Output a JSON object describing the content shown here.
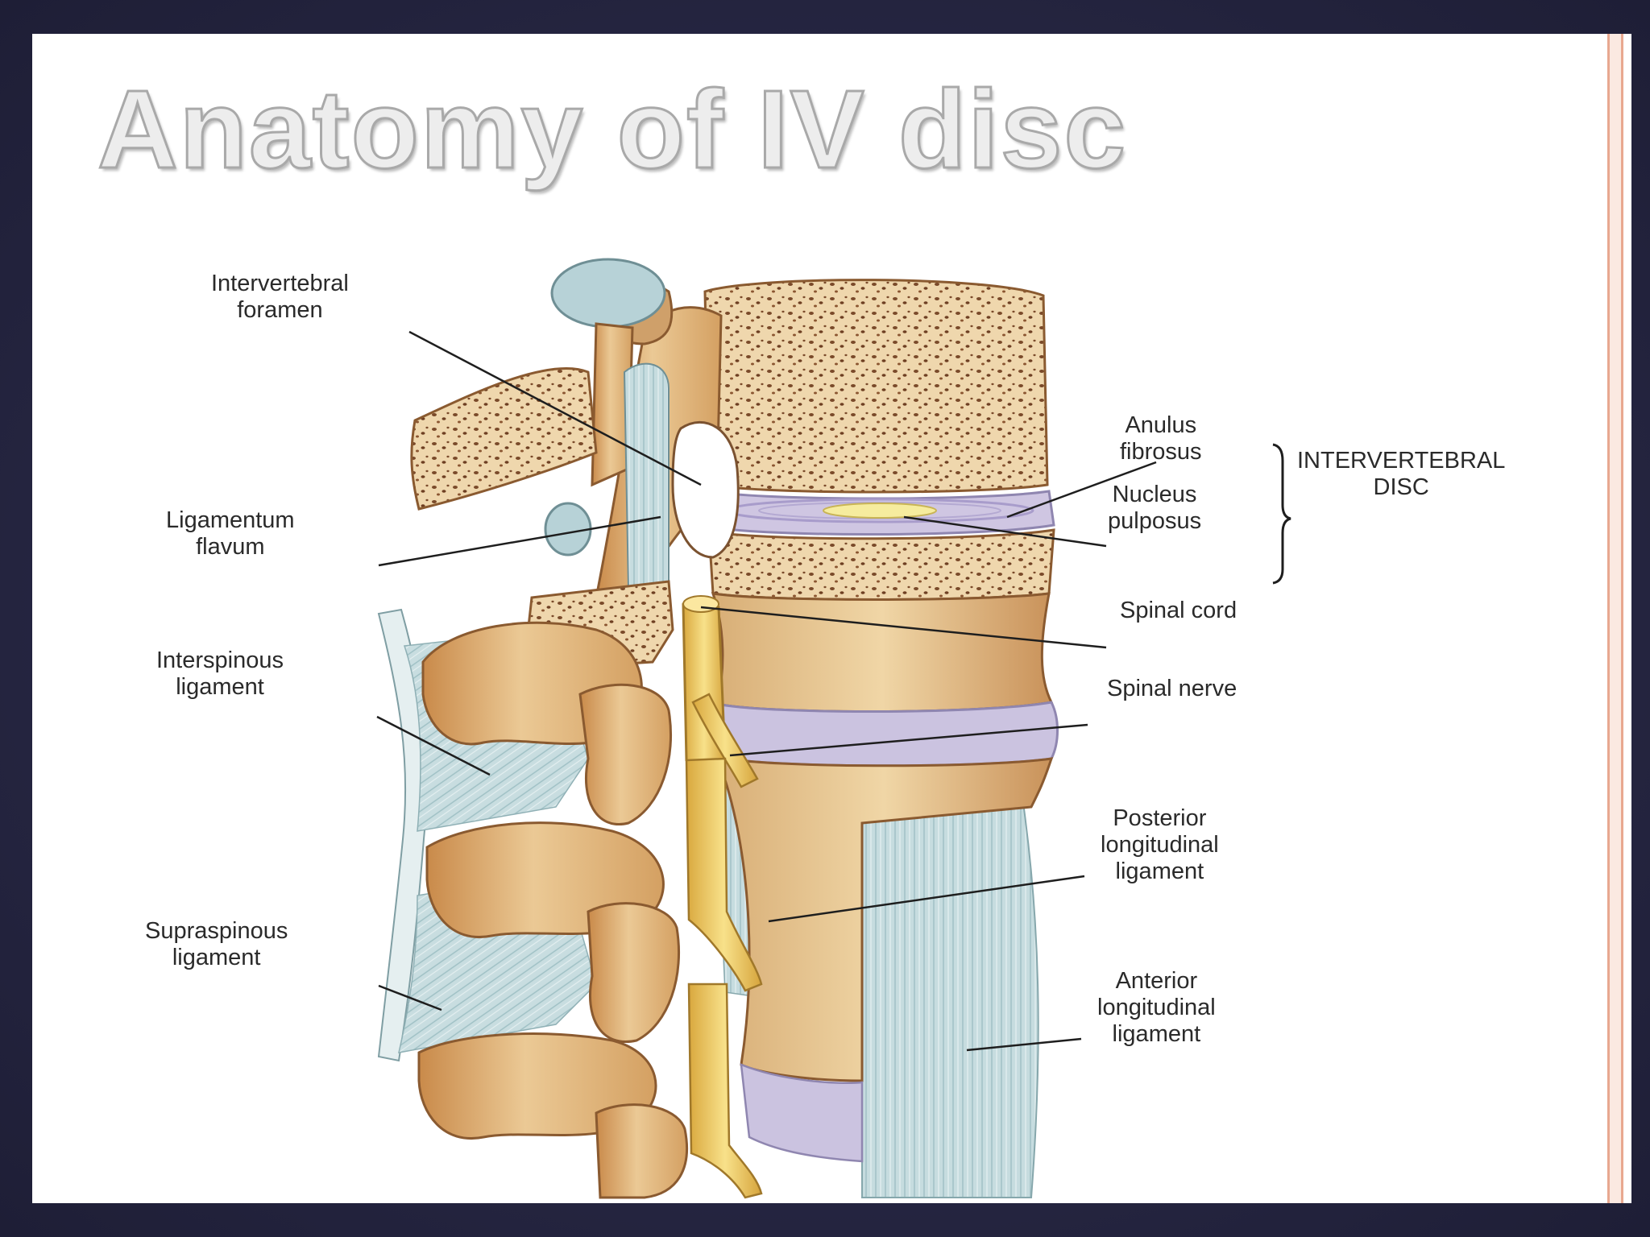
{
  "title": "Anatomy of IV disc",
  "labels": {
    "intervertebral_foramen": [
      "Intervertebral",
      "foramen"
    ],
    "ligamentum_flavum": [
      "Ligamentum",
      "flavum"
    ],
    "interspinous_ligament": [
      "Interspinous",
      "ligament"
    ],
    "supraspinous_ligament": [
      "Supraspinous",
      "ligament"
    ],
    "anulus_fibrosus": [
      "Anulus",
      "fibrosus"
    ],
    "nucleus_pulposus": [
      "Nucleus",
      "pulposus"
    ],
    "intervertebral_disc": [
      "INTERVERTEBRAL",
      "DISC"
    ],
    "spinal_cord": "Spinal cord",
    "spinal_nerve": "Spinal nerve",
    "posterior_longitudinal_ligament": [
      "Posterior",
      "longitudinal",
      "ligament"
    ],
    "anterior_longitudinal_ligament": [
      "Anterior",
      "longitudinal",
      "ligament"
    ]
  },
  "colors": {
    "background": "#2b2b4a",
    "slide": "#ffffff",
    "bone": "#e8c591",
    "bone_dark": "#c98a4a",
    "ligament": "#b9d3d7",
    "disc": "#c7bfdc",
    "nucleus": "#f3e69a",
    "cord": "#f0cf6a",
    "accent_border": "#e8a890"
  }
}
